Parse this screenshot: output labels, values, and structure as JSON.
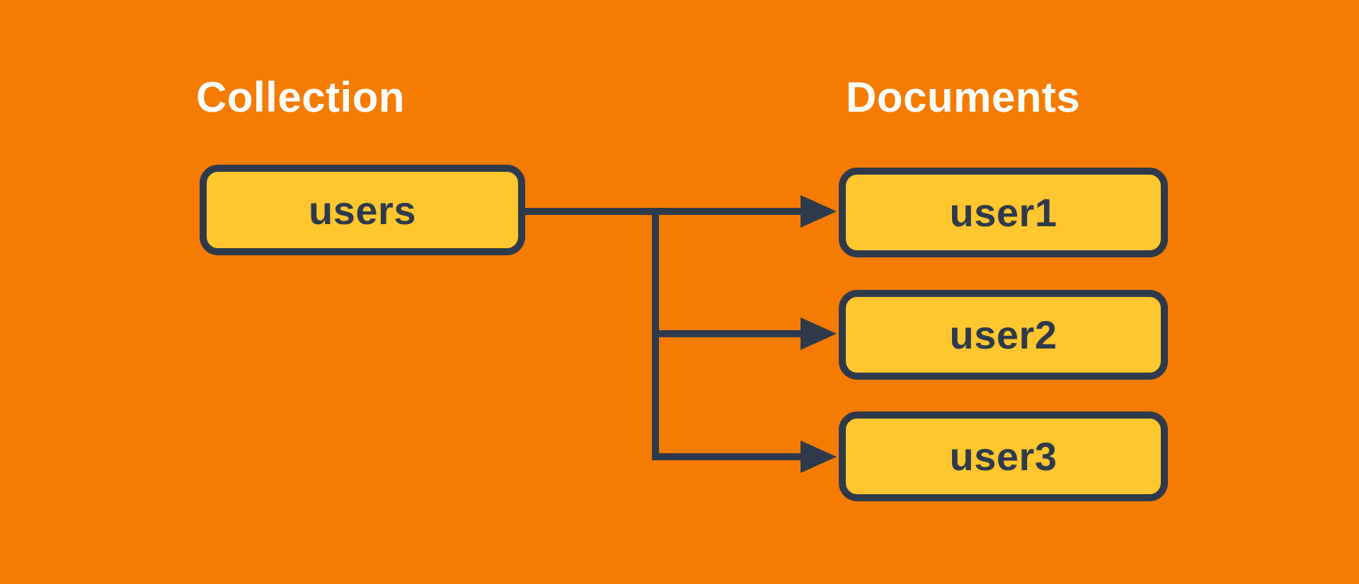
{
  "diagram": {
    "headers": {
      "collection": "Collection",
      "documents": "Documents"
    },
    "collection_node": {
      "label": "users"
    },
    "document_nodes": [
      {
        "label": "user1"
      },
      {
        "label": "user2"
      },
      {
        "label": "user3"
      }
    ],
    "colors": {
      "background": "#F57C00",
      "node_fill": "#FFC62D",
      "node_border": "#2E3A4B",
      "connector": "#2E3A4B",
      "header_text": "#FFFFFF",
      "node_text": "#2E3A4B"
    }
  }
}
